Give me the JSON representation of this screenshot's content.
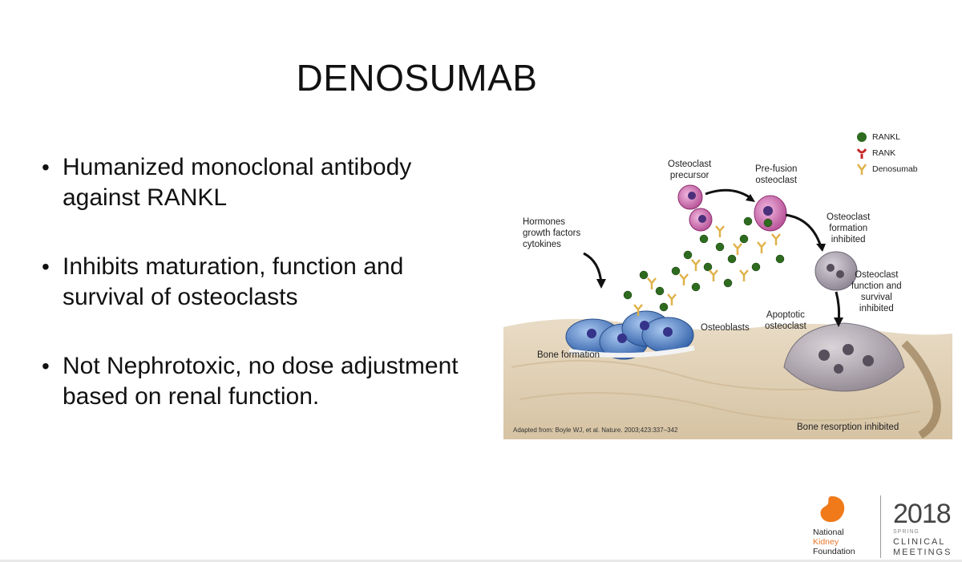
{
  "slide": {
    "title": "DENOSUMAB",
    "bullets": [
      "Humanized monoclonal antibody against RANKL",
      "Inhibits maturation, function and survival of osteoclasts",
      "Not Nephrotoxic, no dose adjustment based on renal function."
    ]
  },
  "figure": {
    "legend": [
      {
        "label": "RANKL",
        "icon": "rankl-icon",
        "color": "#2e6b1f"
      },
      {
        "label": "RANK",
        "icon": "rank-icon",
        "color": "#c62828"
      },
      {
        "label": "Denosumab",
        "icon": "denosumab-icon",
        "color": "#e0b24a"
      }
    ],
    "labels": {
      "osteoclast_precursor": "Osteoclast\nprecursor",
      "pre_fusion": "Pre-fusion\nosteoclast",
      "formation_inhibited": "Osteoclast\nformation\ninhibited",
      "hormones": "Hormones\ngrowth factors\ncytokines",
      "function_inhibited": "Osteoclast\nfunction and\nsurvival\ninhibited",
      "osteoblasts": "Osteoblasts",
      "apoptotic": "Apoptotic\nosteoclast",
      "bone_formation": "Bone formation",
      "bone_resorption": "Bone resorption inhibited",
      "citation": "Adapted from: Boyle WJ, et al. Nature. 2003;423:337–342"
    }
  },
  "footer": {
    "org_line1": "National",
    "org_line2": "Kidney",
    "org_line3": "Foundation",
    "year": "2018",
    "season": "SPRING",
    "event_line1": "CLINICAL",
    "event_line2": "MEETINGS"
  }
}
